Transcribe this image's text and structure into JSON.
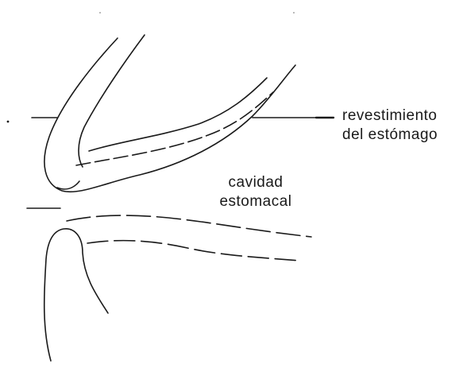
{
  "labels": {
    "lining": {
      "line1": "revestimiento",
      "line2": "del estómago"
    },
    "cavity": {
      "line1": "cavidad",
      "line2": "estomacal"
    }
  },
  "colors": {
    "ink": "#1a1a1a",
    "paper": "#ffffff"
  }
}
